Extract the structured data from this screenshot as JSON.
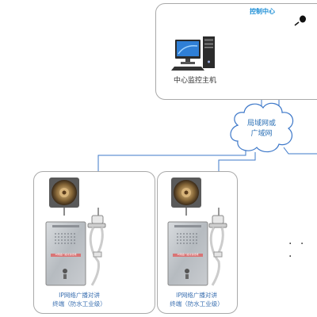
{
  "control_center": {
    "title": "控制中心",
    "host_label": "中心监控主机"
  },
  "network": {
    "line1": "局域网或",
    "line2": "广域网"
  },
  "terminals": [
    {
      "caption_line1": "IP网络广播对讲",
      "caption_line2": "终端（防水工业级）",
      "panel_text": "IP网络广播对讲终端"
    },
    {
      "caption_line1": "IP网络广播对讲",
      "caption_line2": "终端（防水工业级）",
      "panel_text": "IP网络广播对讲终端"
    }
  ],
  "ellipsis": "· · ·",
  "colors": {
    "line": "#3d78c9",
    "box_border": "#a9a9a9",
    "title": "#1e8fd6"
  }
}
